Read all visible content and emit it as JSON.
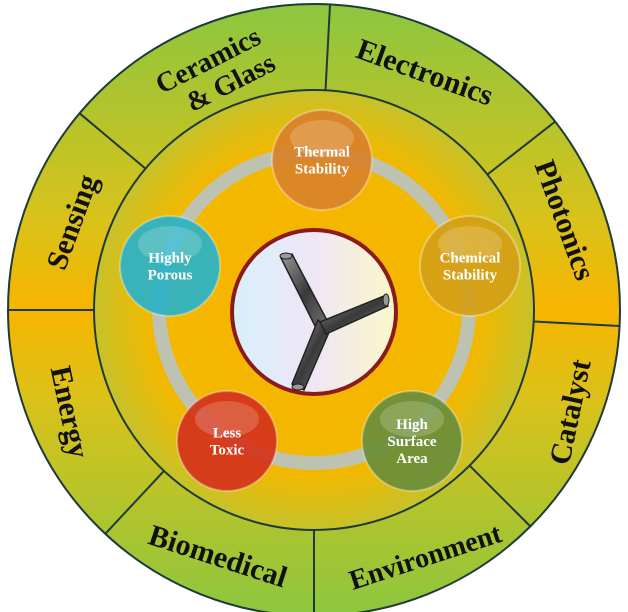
{
  "segments": [
    {
      "label": "Ceramics",
      "label2": "& Glass",
      "color": "#8cc63f"
    },
    {
      "label": "Electronics",
      "color": "#8cc63f"
    },
    {
      "label": "Photonics",
      "color": "#f5b700"
    },
    {
      "label": "Catalyst",
      "color": "#f5b700"
    },
    {
      "label": "Environment",
      "color": "#8cc63f"
    },
    {
      "label": "Biomedical",
      "color": "#8cc63f"
    },
    {
      "label": "Energy",
      "color": "#f5b700"
    },
    {
      "label": "Sensing",
      "color": "#f5b700"
    }
  ],
  "properties": [
    {
      "line1": "Thermal",
      "line2": "Stability",
      "color": "#d9822b"
    },
    {
      "line1": "Chemical",
      "line2": "Stability",
      "color": "#d4a017"
    },
    {
      "line1": "High",
      "line2": "Surface",
      "line3": "Area",
      "color": "#6b8e3a"
    },
    {
      "line1": "Less",
      "line2": "Toxic",
      "color": "#d4321b"
    },
    {
      "line1": "Highly",
      "line2": "Porous",
      "color": "#2bb3c8"
    }
  ],
  "colors": {
    "outer_green": "#8cc63f",
    "outer_yellow": "#f7b500",
    "ring_stroke": "#1f3a3a",
    "track": "#b8c4c4",
    "center_border": "#8b1a1a"
  }
}
